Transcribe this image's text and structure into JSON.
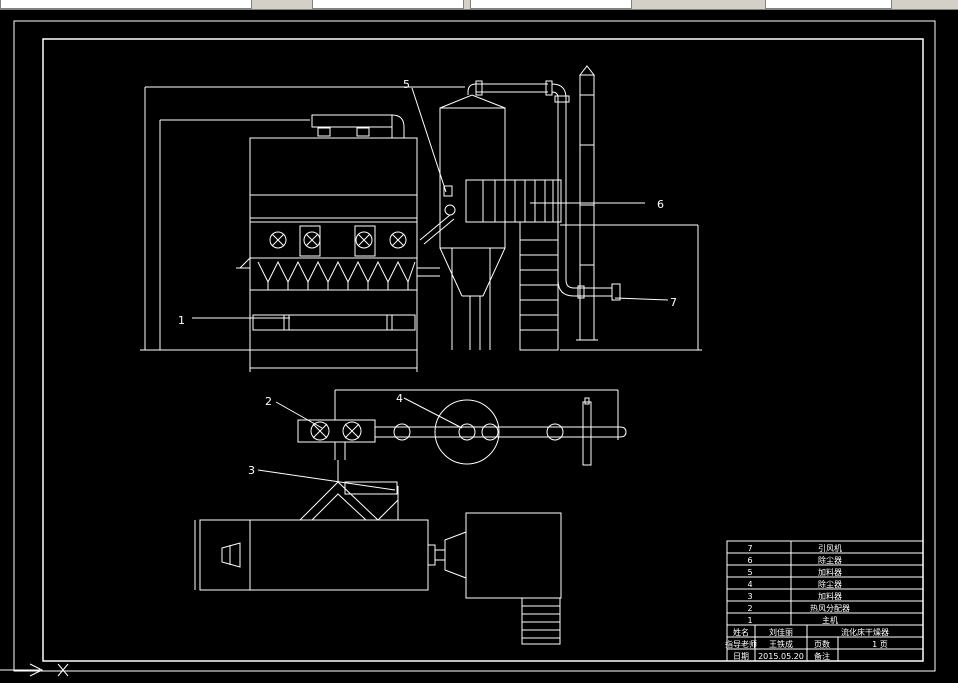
{
  "window": {
    "tabs": [
      "",
      "",
      "",
      ""
    ]
  },
  "leaders": [
    {
      "id": "1",
      "label": "1"
    },
    {
      "id": "2",
      "label": "2"
    },
    {
      "id": "3",
      "label": "3"
    },
    {
      "id": "4",
      "label": "4"
    },
    {
      "id": "5",
      "label": "5"
    },
    {
      "id": "6",
      "label": "6"
    },
    {
      "id": "7",
      "label": "7"
    }
  ],
  "parts_list": {
    "rows": [
      {
        "no": "7",
        "name": "引风机"
      },
      {
        "no": "6",
        "name": "除尘器"
      },
      {
        "no": "5",
        "name": "加料器"
      },
      {
        "no": "4",
        "name": "除尘器"
      },
      {
        "no": "3",
        "name": "加料器"
      },
      {
        "no": "2",
        "name": "热风分配器"
      },
      {
        "no": "1",
        "name": "主机"
      }
    ]
  },
  "title_block": {
    "row1": {
      "c1": "姓名",
      "c2": "刘佳丽",
      "c3": "流化床干燥器"
    },
    "row2": {
      "c1": "指导老师",
      "c2": "王铁成",
      "c3": "页数",
      "c4": "1 页"
    },
    "row3": {
      "c1": "日期",
      "c2": "2015.05.20",
      "c3": "备注"
    }
  },
  "colors": {
    "background": "#000000",
    "lines": "#ffffff"
  }
}
